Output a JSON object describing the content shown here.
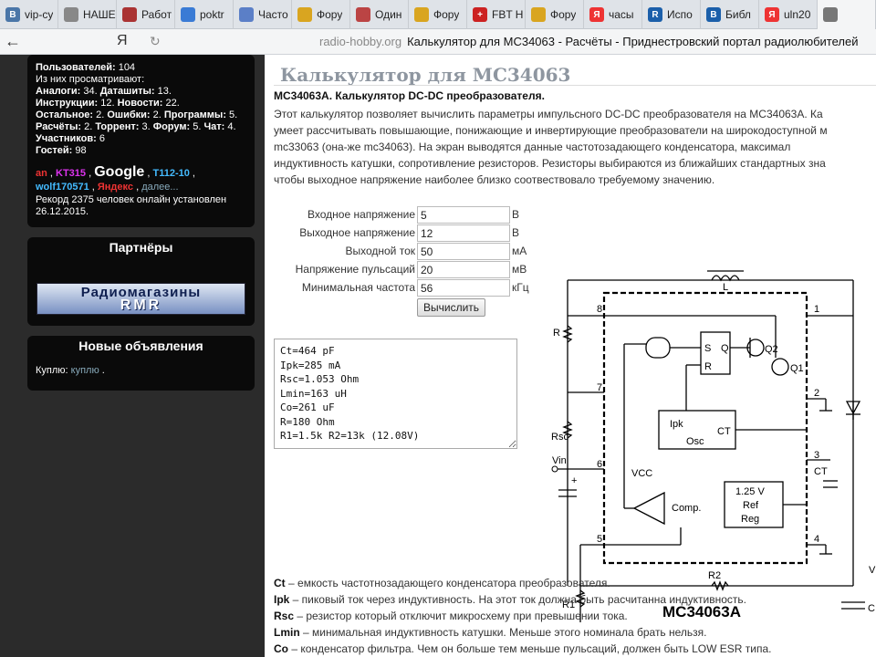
{
  "tabs": [
    {
      "label": "vip-cy",
      "color": "#4a76a8",
      "icon_letter": "B",
      "icon": "vk-icon"
    },
    {
      "label": "НАШЕ",
      "color": "#888",
      "icon_letter": "",
      "icon": "document-icon"
    },
    {
      "label": "Работ",
      "color": "#a33",
      "icon_letter": "",
      "icon": "site-icon"
    },
    {
      "label": "poktr",
      "color": "#3a7bd5",
      "icon_letter": "",
      "icon": "github-icon"
    },
    {
      "label": "Часто",
      "color": "#5b7fc7",
      "icon_letter": "",
      "icon": "site-icon"
    },
    {
      "label": "Фору",
      "color": "#d9a520",
      "icon_letter": "",
      "icon": "forum-icon"
    },
    {
      "label": "Один",
      "color": "#b44",
      "icon_letter": "",
      "icon": "site-icon"
    },
    {
      "label": "Фору",
      "color": "#d9a520",
      "icon_letter": "",
      "icon": "forum-icon"
    },
    {
      "label": "FBT Н",
      "color": "#c22",
      "icon_letter": "+",
      "icon": "fbt-icon"
    },
    {
      "label": "Фору",
      "color": "#d9a520",
      "icon_letter": "",
      "icon": "forum-icon"
    },
    {
      "label": "часы",
      "color": "#e33",
      "icon_letter": "Я",
      "icon": "yandex-icon"
    },
    {
      "label": "Испо",
      "color": "#1b5faa",
      "icon_letter": "R",
      "icon": "r-icon"
    },
    {
      "label": "Библ",
      "color": "#1b5faa",
      "icon_letter": "B",
      "icon": "b-icon"
    },
    {
      "label": "uln20",
      "color": "#e33",
      "icon_letter": "Я",
      "icon": "yandex-icon"
    },
    {
      "label": "",
      "color": "#777",
      "icon_letter": "",
      "icon": "site-icon"
    }
  ],
  "address": {
    "yandex_label": "Я",
    "domain": "radio-hobby.org",
    "title": "Калькулятор для MC34063 - Расчёты - Приднестровский портал радиолюбителей"
  },
  "sidebar": {
    "stats": [
      [
        {
          "t": "Пользователей:",
          "b": true
        },
        {
          "t": " 104"
        }
      ],
      [
        {
          "t": "Из них просматривают:"
        }
      ],
      [
        {
          "t": "Аналоги:",
          "b": true
        },
        {
          "t": " 34. "
        },
        {
          "t": "Даташиты:",
          "b": true
        },
        {
          "t": " 13."
        }
      ],
      [
        {
          "t": "Инструкции:",
          "b": true
        },
        {
          "t": " 12. "
        },
        {
          "t": "Новости:",
          "b": true
        },
        {
          "t": " 22."
        }
      ],
      [
        {
          "t": "Остальное:",
          "b": true
        },
        {
          "t": " 2. "
        },
        {
          "t": "Ошибки:",
          "b": true
        },
        {
          "t": " 2. "
        },
        {
          "t": "Программы:",
          "b": true
        },
        {
          "t": " 5."
        }
      ],
      [
        {
          "t": "Расчёты:",
          "b": true
        },
        {
          "t": " 2. "
        },
        {
          "t": "Торрент:",
          "b": true
        },
        {
          "t": " 3. "
        },
        {
          "t": "Форум:",
          "b": true
        },
        {
          "t": " 5. "
        },
        {
          "t": "Чат:",
          "b": true
        },
        {
          "t": " 4."
        }
      ],
      [
        {
          "t": "Участников:",
          "b": true
        },
        {
          "t": " 6"
        }
      ],
      [
        {
          "t": "Гостей:",
          "b": true
        },
        {
          "t": " 98"
        }
      ]
    ],
    "online": [
      {
        "t": "an",
        "c": "u1"
      },
      {
        "t": " , "
      },
      {
        "t": "KT315",
        "c": "u2"
      },
      {
        "t": " , "
      },
      {
        "t": "Google",
        "c": "g"
      },
      {
        "t": " , "
      },
      {
        "t": "T112-10",
        "c": "u3"
      },
      {
        "t": " , "
      },
      {
        "t": "wolf170571",
        "c": "u3"
      },
      {
        "t": " , "
      },
      {
        "t": "Яндекс",
        "c": "u1"
      },
      {
        "t": " , "
      },
      {
        "t": "далее...",
        "c": "lnk"
      }
    ],
    "record": "Рекорд 2375 человек онлайн установлен 26.12.2015.",
    "partners_title": "Партнёры",
    "banner_line1": "Радиомагазины",
    "banner_line2": "RMR",
    "ads_title": "Новые объявления",
    "ads_prefix": "Куплю:",
    "ads_link": "куплю"
  },
  "main": {
    "title": "Калькулятор для MC34063",
    "subtitle": "MC34063A. Калькулятор DC-DC преобразователя.",
    "desc": [
      "Этот калькулятор позволяет вычислить параметры импульсного DC-DC преобразователя на MC34063A. Ка",
      "умеет рассчитывать повышающие, понижающие и инвертирующие преобразователи на широкодоступной м",
      "mc33063 (она-же mc34063). На экран выводятся данные частотозадающего конденсатора, максимал",
      "индуктивность катушки, сопротивление резисторов. Резисторы выбираются из ближайших стандартных зна",
      "чтобы выходное напряжение наиболее близко соотвествовало требуемому значению."
    ],
    "form": [
      {
        "label": "Входное напряжение",
        "value": "5",
        "unit": "В"
      },
      {
        "label": "Выходное напряжение",
        "value": "12",
        "unit": "В"
      },
      {
        "label": "Выходной ток",
        "value": "50",
        "unit": "мА"
      },
      {
        "label": "Напряжение пульсаций",
        "value": "20",
        "unit": "мВ"
      },
      {
        "label": "Минимальная частота",
        "value": "56",
        "unit": "кГц"
      }
    ],
    "calc_button": "Вычислить",
    "result": "Ct=464 pF\nIpk=285 mA\nRsc=1.053 Ohm\nLmin=163 uH\nCo=261 uF\nR=180 Ohm\nR1=1.5k R2=13k (12.08V)",
    "glossary": [
      {
        "term": "Ct",
        "text": " – емкость частотнозадающего конденсатора преобразователя."
      },
      {
        "term": "Ipk",
        "text": " – пиковый ток через индуктивность. На этот ток должна быть расчитанна индуктивность."
      },
      {
        "term": "Rsc",
        "text": " – резистор который отключит микросхему при превышении тока."
      },
      {
        "term": "Lmin",
        "text": " – минимальная индуктивность катушки. Меньше этого номинала брать нельзя."
      },
      {
        "term": "Co",
        "text": " – конденсатор фильтра. Чем он больше тем меньше пульсаций, должен быть LOW ESR типа."
      }
    ]
  },
  "schematic": {
    "chip": "MC34063A",
    "L": "L",
    "R": "R",
    "Rsc": "Rsc",
    "R1": "R1",
    "R2": "R2",
    "Vin": "Vin",
    "Vcc": "VCC",
    "Q1": "Q1",
    "Q2": "Q2",
    "S": "S",
    "Qout": "Q",
    "Rr": "R",
    "Ipk": "Ipk",
    "Osc": "Osc",
    "CT": "CT",
    "Comp": "Comp.",
    "Ref1": "1.25 V",
    "Ref2": "Ref",
    "Ref3": "Reg",
    "pins": [
      "1",
      "2",
      "3",
      "4",
      "5",
      "6",
      "7",
      "8"
    ],
    "Vout": "V",
    "Cout": "C",
    "plus": "+"
  }
}
